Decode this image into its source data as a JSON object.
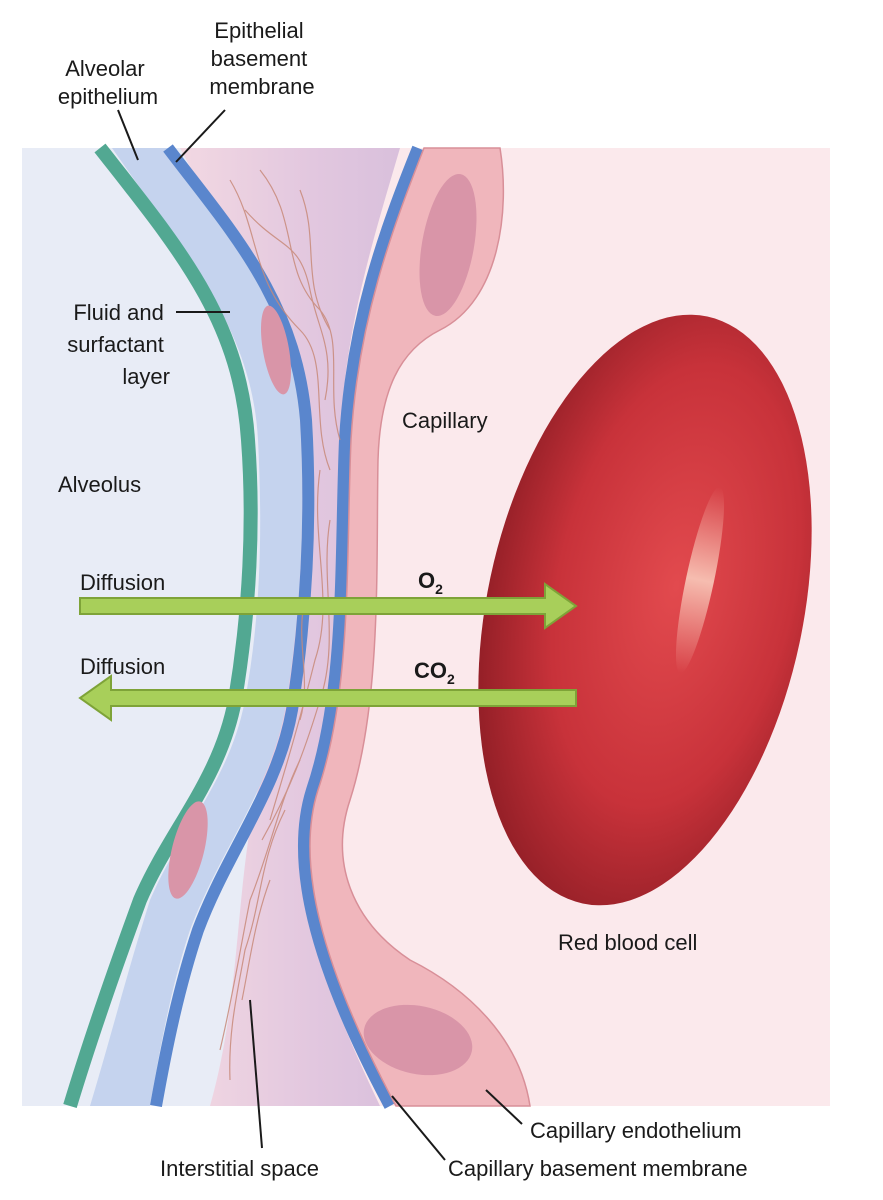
{
  "labels": {
    "alveolar_epithelium": [
      "Alveolar",
      "epithelium"
    ],
    "epithelial_basement_membrane": [
      "Epithelial",
      "basement",
      "membrane"
    ],
    "fluid_surfactant": [
      "Fluid and",
      "surfactant",
      "layer"
    ],
    "alveolus": "Alveolus",
    "capillary": "Capillary",
    "diffusion_o2": "Diffusion",
    "diffusion_co2": "Diffusion",
    "o2": {
      "base": "O",
      "sub": "2"
    },
    "co2": {
      "base": "CO",
      "sub": "2"
    },
    "red_blood_cell": "Red blood cell",
    "capillary_endothelium": "Capillary endothelium",
    "interstitial_space": "Interstitial space",
    "capillary_basement_membrane": "Capillary basement membrane"
  },
  "colors": {
    "alveolus_bg": "#e8ecf6",
    "capillary_bg": "#fbe9ec",
    "interstitial": "#e6cfe0",
    "fluid_layer": "#c5d3ee",
    "epithelium_teal": "#52a892",
    "basement_blue": "#5a86cd",
    "endothelium_pink": "#f0b6bc",
    "nucleus": "#d995a8",
    "rbc": "#c8323a",
    "arrow_green": "#a8cf5a"
  }
}
